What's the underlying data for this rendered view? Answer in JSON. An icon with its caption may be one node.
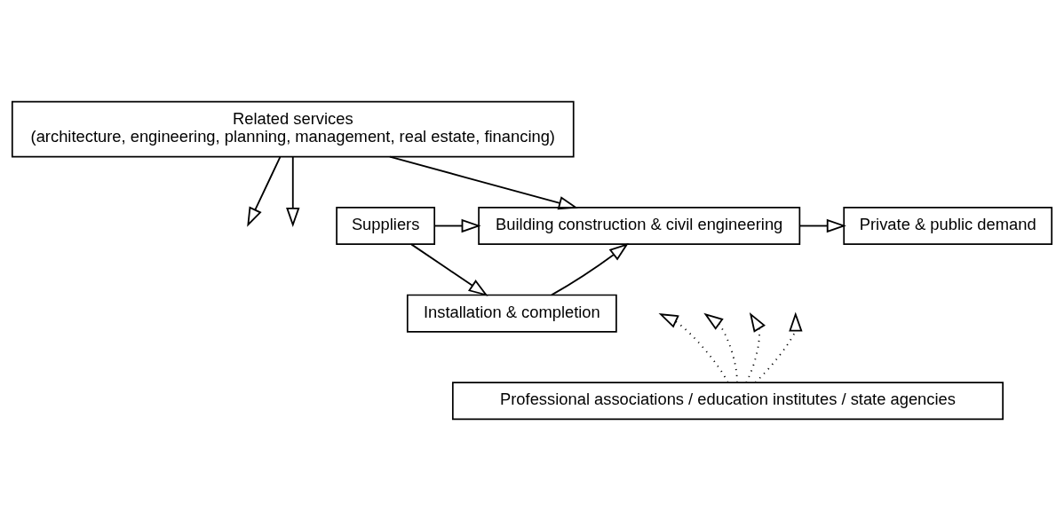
{
  "diagram": {
    "nodes": [
      {
        "text": [
          "Related services",
          "(architecture, engineering, planning, management, real estate, financing)"
        ]
      },
      {
        "text": [
          "Building construction & civil engineering"
        ]
      },
      {
        "text": [
          "Private & public demand"
        ]
      },
      {
        "text": [
          "Suppliers"
        ]
      },
      {
        "text": [
          "Installation & completion"
        ]
      },
      {
        "text": [
          "Professional associations / education institutes / state agencies"
        ]
      }
    ],
    "edges": [
      {
        "from": 0,
        "to": null,
        "arrow": "to"
      },
      {
        "from": 0,
        "to": 1,
        "arrow": "to"
      },
      {
        "from": 0,
        "to": null,
        "arrow": "to"
      },
      {
        "from": 3,
        "to": 1,
        "arrow": "to"
      },
      {
        "from": 1,
        "to": 2,
        "arrow": "to"
      },
      {
        "from": 4,
        "to": 1,
        "arrow": "to"
      },
      {
        "from": 3,
        "to": 4,
        "arrow": "to"
      },
      {
        "from": 5,
        "to": null,
        "arrow": "to",
        "style": "dashed"
      },
      {
        "from": 5,
        "to": null,
        "arrow": "to",
        "style": "dashed"
      },
      {
        "from": 5,
        "to": null,
        "arrow": "to",
        "style": "dashed"
      },
      {
        "from": 5,
        "to": null,
        "arrow": "to",
        "style": "dashed"
      }
    ]
  }
}
